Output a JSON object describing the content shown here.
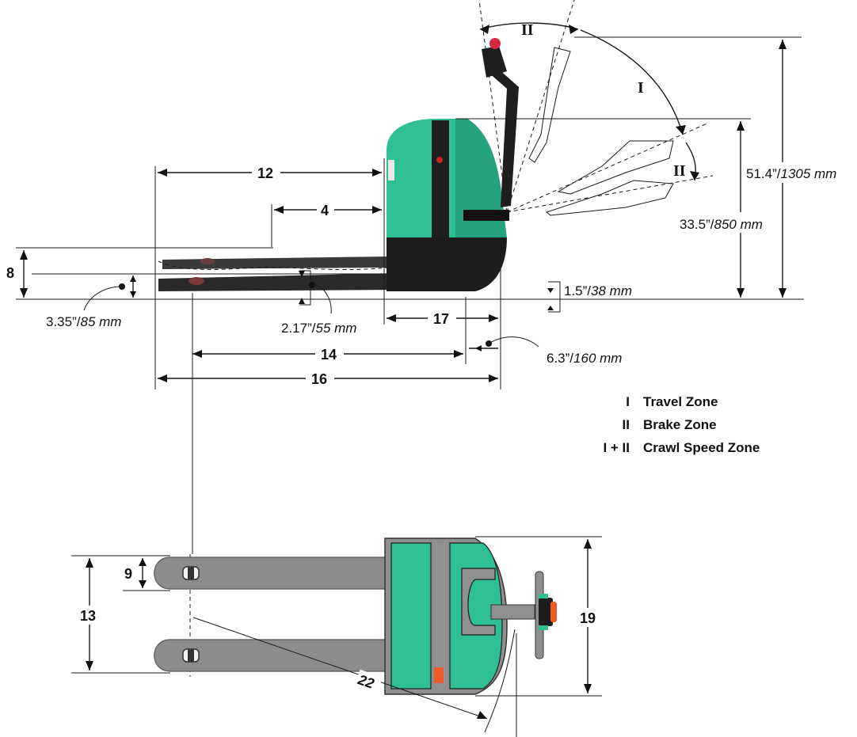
{
  "dimension_numbers": {
    "d12": "12",
    "d4": "4",
    "d8": "8",
    "d17": "17",
    "d14": "14",
    "d16": "16",
    "d9": "9",
    "d13": "13",
    "d19": "19",
    "d22": "22"
  },
  "measurements": {
    "handle_max": {
      "value": "51.4”/",
      "metric": "1305 mm"
    },
    "handle_min": {
      "value": "33.5”/",
      "metric": "850 mm"
    },
    "ground_clear": {
      "value": "1.5”/",
      "metric": "38 mm"
    },
    "fork_lowered": {
      "value": "3.35”/",
      "metric": "85 mm"
    },
    "fork_lift": {
      "value": "2.17”/",
      "metric": "55 mm"
    },
    "rear_overhang": {
      "value": "6.3”/",
      "metric": "160 mm"
    }
  },
  "zone_marks": {
    "top": "II",
    "middle": "I",
    "lower": "II"
  },
  "legend": [
    {
      "key": "I",
      "label": "Travel Zone"
    },
    {
      "key": "II",
      "label": "Brake Zone"
    },
    {
      "key": "I + II",
      "label": "Crawl Speed Zone"
    }
  ],
  "colors": {
    "body_green": "#2fbf95",
    "fork_grey": "#8c8c8c",
    "accent_orange": "#f05a28",
    "handle_red": "#d7263d",
    "line": "#1a1a1a"
  }
}
